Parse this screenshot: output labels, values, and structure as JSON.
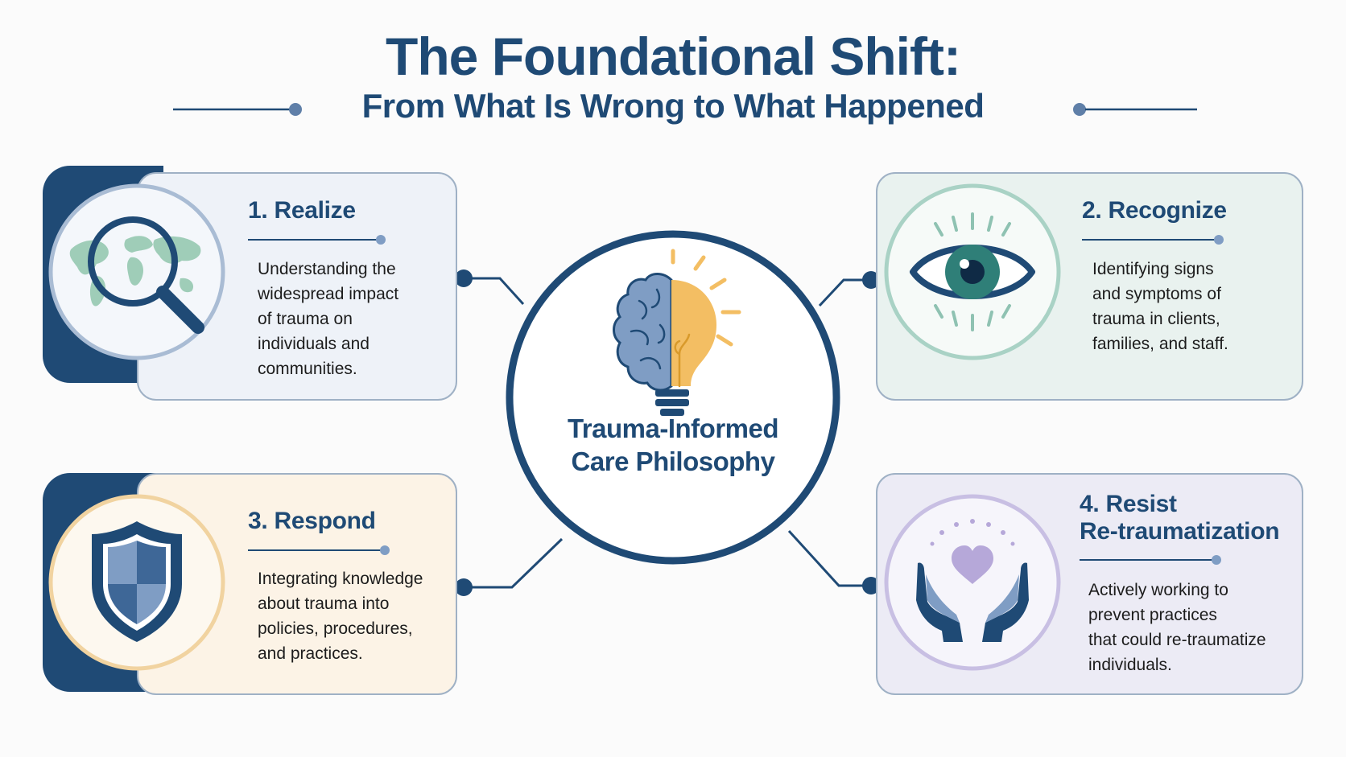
{
  "header": {
    "title": "The Foundational Shift:",
    "subtitle": "From What Is Wrong to What Happened"
  },
  "center": {
    "label": "Trauma-Informed\nCare Philosophy",
    "icon": "brain-lightbulb-icon"
  },
  "cards": [
    {
      "title": "1. Realize",
      "text": "Understanding the\nwidespread impact\nof trauma on\nindividuals and\ncommunities.",
      "icon": "magnifier-globe-icon",
      "bg": "#eef2f8",
      "accent": "#1f4a75"
    },
    {
      "title": "2. Recognize",
      "text": "Identifying signs\nand symptoms of\ntrauma in clients,\nfamilies, and staff.",
      "icon": "eye-icon",
      "bg": "#e9f2ef",
      "accent": "#2f7f78"
    },
    {
      "title": "3. Respond",
      "text": "Integrating knowledge\nabout trauma into\npolicies, procedures,\nand practices.",
      "icon": "shield-icon",
      "bg": "#fcf3e6",
      "accent": "#1f4a75"
    },
    {
      "title": "4. Resist\nRe-traumatization",
      "text": "Actively working to\nprevent practices\nthat could re-traumatize\nindividuals.",
      "icon": "hands-heart-icon",
      "bg": "#ecebf5",
      "accent": "#8c7fbf"
    }
  ],
  "colors": {
    "primary": "#1f4a75",
    "brain": "#7f9dc4",
    "bulb": "#f3be63",
    "eye": "#2f7f78",
    "heart": "#b6a8d9"
  }
}
